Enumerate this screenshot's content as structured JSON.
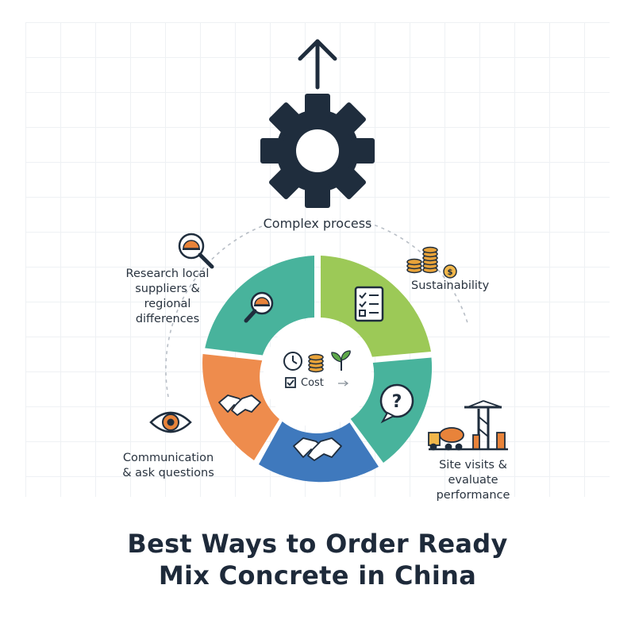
{
  "center": {
    "title": "Complex\nprocess",
    "cost_label": "Cost"
  },
  "labels": {
    "research": "Research local\nsuppliers &\nregional differences",
    "sustainability": "Sustainability",
    "communication": "Communication\n& ask questions",
    "site_visits": "Site visits & evaluate\nperformance"
  },
  "title": {
    "line1": "Best Ways to Order Ready",
    "line2": "Mix Concrete in China"
  },
  "colors": {
    "teal": "#48b39c",
    "green": "#9cc957",
    "orange": "#ee8c4d",
    "blue": "#3f79bd",
    "dark": "#1f2d3d",
    "accent_orange": "#e8833a"
  }
}
